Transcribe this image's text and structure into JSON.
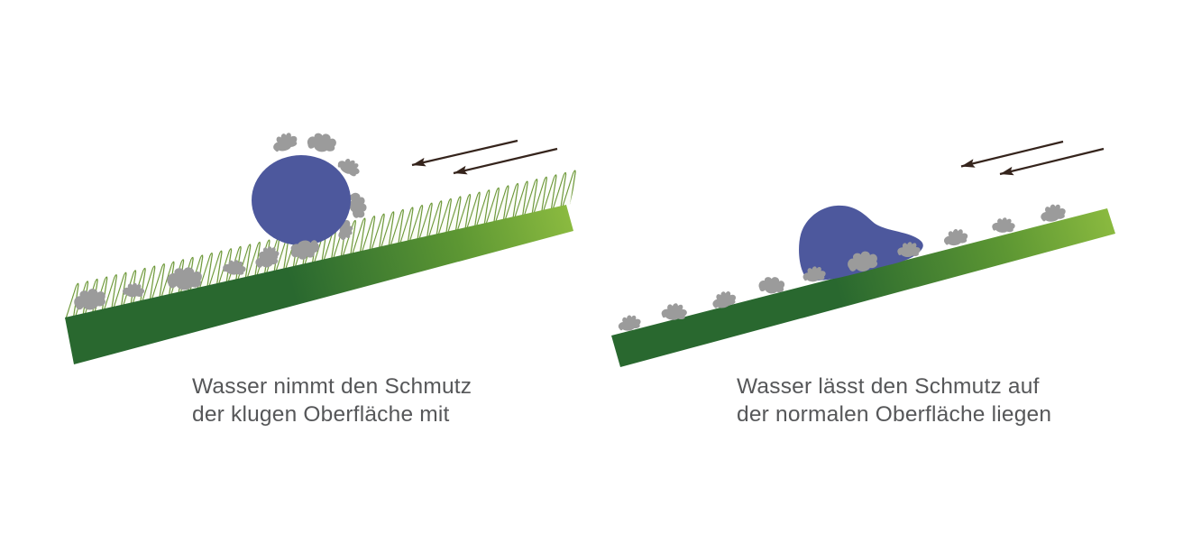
{
  "colors": {
    "background": "#ffffff",
    "water": "#4d589d",
    "surface_dark": "#29682f",
    "surface_mid": "#5d9733",
    "surface_light": "#8cbb40",
    "spike_fill": "#fbfdf6",
    "spike_stroke": "#63912c",
    "dirt": "#9b9b9b",
    "arrow": "#35241c",
    "caption_text": "#565759"
  },
  "icons": {
    "motion_arrows": "double-arrow-pointing-down-left",
    "dirt_particle": "gray-splat-blob",
    "water_droplet": "blue-drop"
  },
  "left_panel": {
    "caption": {
      "line1": "Wasser nimmt den Schmutz",
      "line2": "der klugen Oberfläche mit"
    }
  },
  "right_panel": {
    "caption": {
      "line1": "Wasser lässt den Schmutz auf",
      "line2": "der normalen Oberfläche liegen"
    }
  }
}
